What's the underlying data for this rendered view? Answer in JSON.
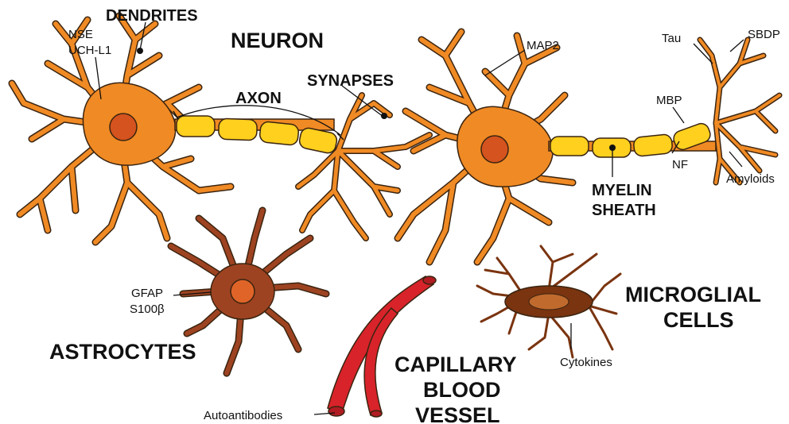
{
  "title": "NEURON",
  "labels": {
    "dendrites": "DENDRITES",
    "axon": "AXON",
    "synapses": "SYNAPSES",
    "myelin_line1": "MYELIN",
    "myelin_line2": "SHEATH",
    "astrocytes": "ASTROCYTES",
    "capillary_line1": "CAPILLARY",
    "capillary_line2": "BLOOD",
    "capillary_line3": "VESSEL",
    "microglia_line1": "MICROGLIAL",
    "microglia_line2": "CELLS"
  },
  "biomarkers": {
    "nse": "NSE",
    "uchl1": "UCH-L1",
    "map2": "MAP2",
    "tau": "Tau",
    "sbdp": "SBDP",
    "mbp": "MBP",
    "nf": "NF",
    "amyloids": "Amyloids",
    "gfap": "GFAP",
    "s100b": "S100β",
    "cytokines": "Cytokines",
    "autoantibodies": "Autoantibodies"
  },
  "colors": {
    "neuron": "#F08A24",
    "nucleus": "#D4531E",
    "myelin": "#FFD01E",
    "astrocyte": "#9E4321",
    "astro_nucleus": "#E06428",
    "vessel": "#D8232A",
    "microglia": "#7A3410",
    "microglia_nucleus": "#C06A2E",
    "outline": "#3a2410"
  }
}
